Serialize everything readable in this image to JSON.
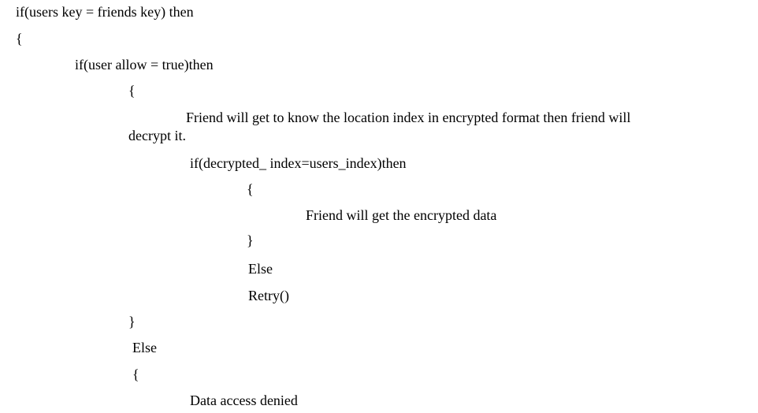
{
  "lines": [
    "if(users key = friends key) then",
    "{",
    "if(user allow = true)then",
    "{",
    "Friend will get to know the location index in encrypted format then friend will",
    "decrypt it.",
    "if(decrypted_ index=users_index)then",
    "{",
    "Friend will get the encrypted data",
    "}",
    "Else",
    "Retry()",
    "}",
    "Else",
    "{",
    "Data access denied"
  ]
}
